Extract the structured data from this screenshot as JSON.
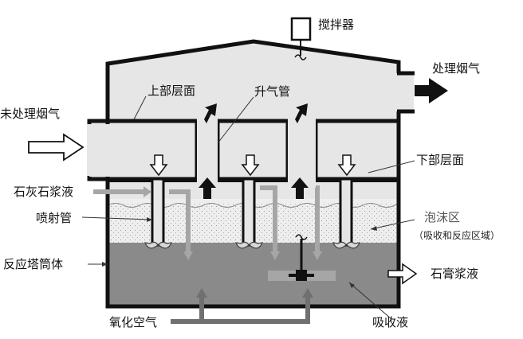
{
  "labels": {
    "agitator": "搅拌器",
    "treated_gas": "处理烟气",
    "upper_deck": "上部层面",
    "riser": "升气管",
    "untreated_gas": "未处理烟气",
    "lower_deck": "下部层面",
    "limestone_slurry": "石灰石浆液",
    "sparger_pipe": "喷射管",
    "foam_zone": "泡沫区",
    "foam_zone_note": "（吸收和反应区域）",
    "tower_body": "反应塔筒体",
    "gypsum_slurry": "石膏浆液",
    "oxidation_air": "氧化空气",
    "absorbent": "吸收液"
  },
  "colors": {
    "gas_zone": "#e6e6e6",
    "foam_zone": "#ececec",
    "liquid": "#8a8a8a",
    "outline": "#111111",
    "slurry_pipe": "#a6a6a6",
    "air_pipe": "#707070"
  }
}
